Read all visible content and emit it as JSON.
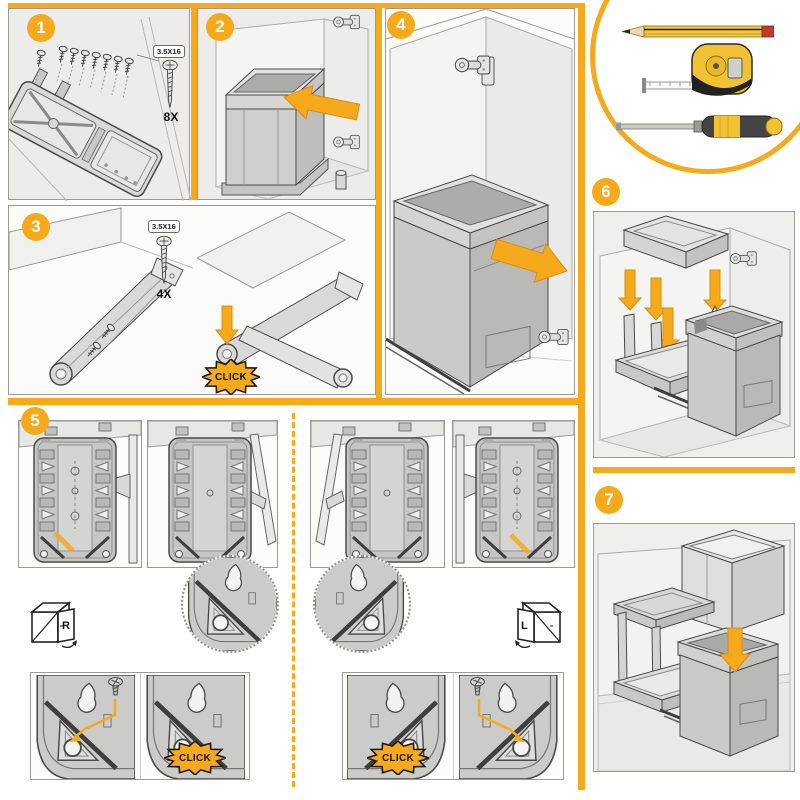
{
  "accent_color": "#F6A91B",
  "steps": {
    "step1": {
      "number": "1",
      "screw_size": "3.5X16",
      "screw_qty": "8X"
    },
    "step2": {
      "number": "2"
    },
    "step3": {
      "number": "3",
      "screw_size": "3.5X16",
      "screw_qty": "4X",
      "click": "CLICK"
    },
    "step4": {
      "number": "4"
    },
    "step5": {
      "number": "5",
      "right_hinged_label": "R",
      "left_hinged_label": "L",
      "click_left_detail": "CLICK",
      "click_right_detail": "CLICK"
    },
    "step6": {
      "number": "6"
    },
    "step7": {
      "number": "7"
    }
  },
  "tools": {
    "items": [
      "pencil",
      "tape-measure",
      "screwdriver"
    ]
  }
}
